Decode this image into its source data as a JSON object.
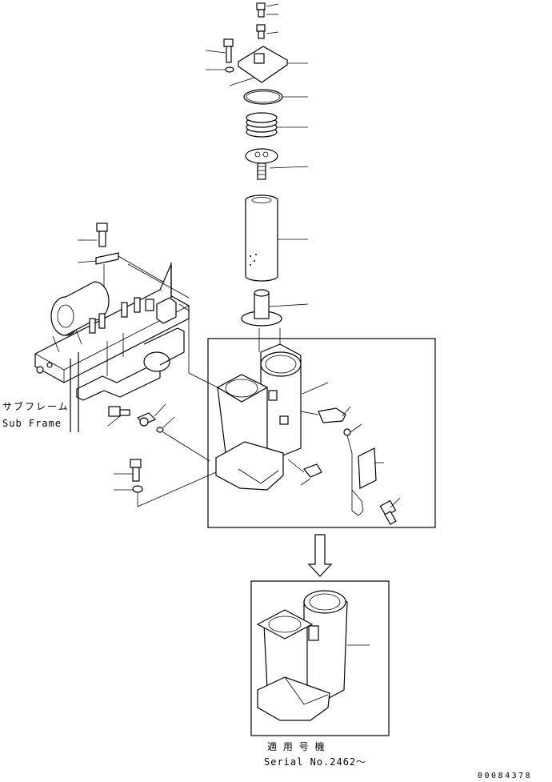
{
  "labels": {
    "subframe_jp": "サブフレーム",
    "subframe_en": "Sub Frame",
    "applicable_jp": "適 用 号 機",
    "serial": "Serial No.2462～",
    "drawing_code": "00084378"
  }
}
